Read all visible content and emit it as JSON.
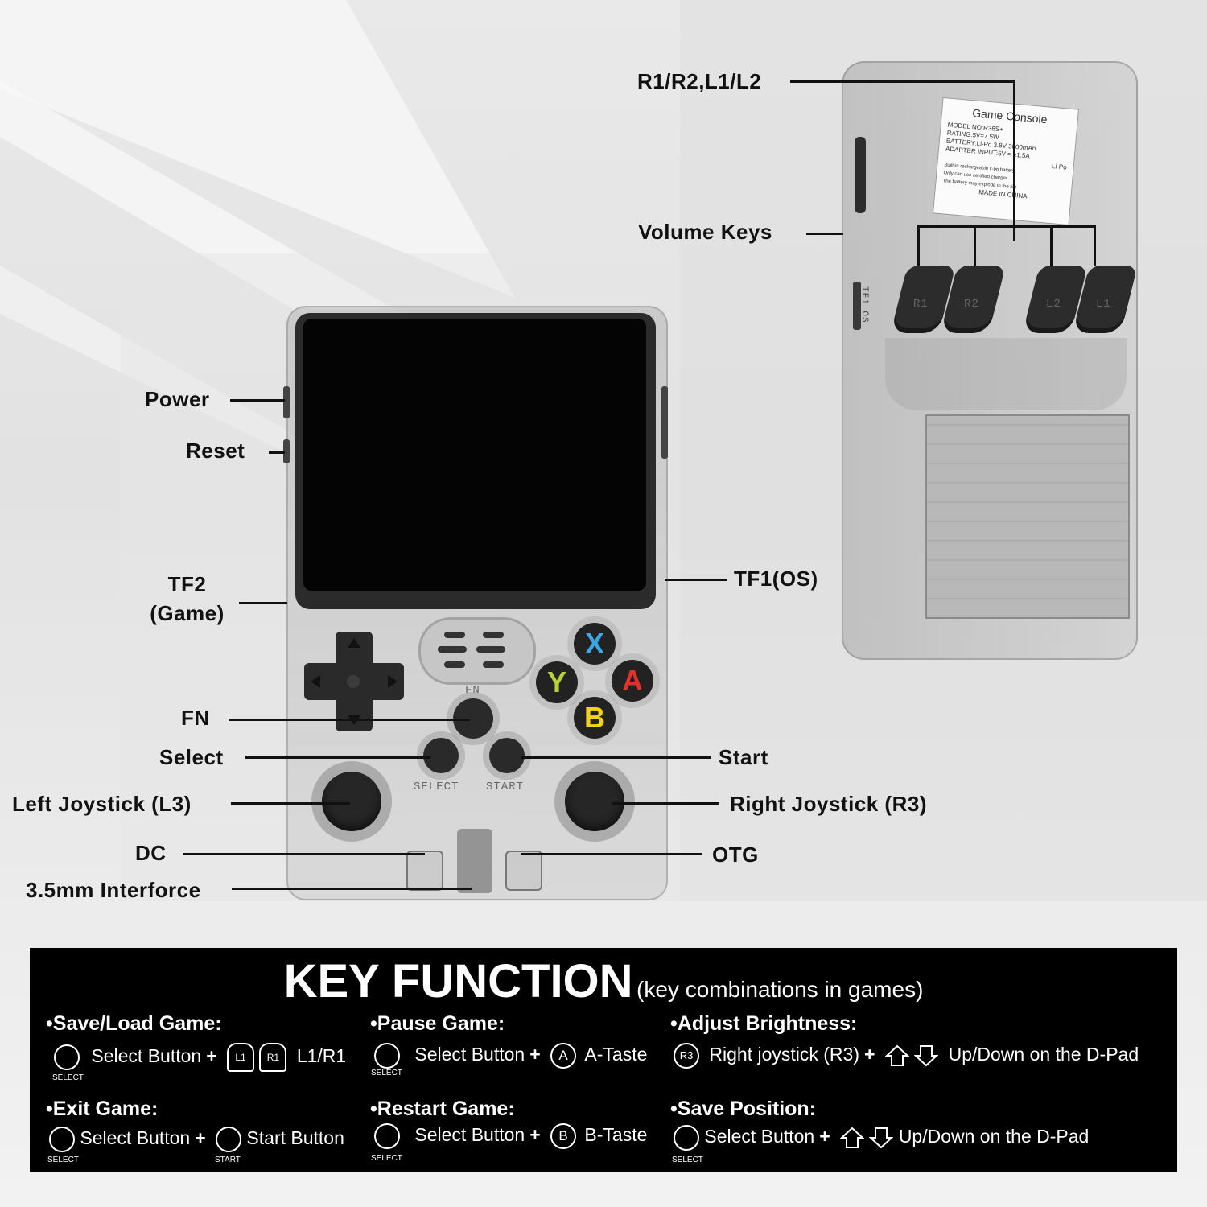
{
  "callouts": {
    "r1r2l1l2": "R1/R2,L1/L2",
    "volume_keys": "Volume Keys",
    "power": "Power",
    "reset": "Reset",
    "tf2_line1": "TF2",
    "tf2_line2": "(Game)",
    "tf1": "TF1(OS)",
    "fn": "FN",
    "select": "Select",
    "start": "Start",
    "left_joystick": "Left Joystick (L3)",
    "right_joystick": "Right Joystick (R3)",
    "dc": "DC",
    "otg": "OTG",
    "audio": "3.5mm Interforce"
  },
  "device": {
    "face_buttons": {
      "x": "X",
      "y": "Y",
      "a": "A",
      "b": "B"
    },
    "colors": {
      "x": "#3aa7e6",
      "y": "#b7d233",
      "a": "#e0312a",
      "b": "#f2d21c"
    },
    "silk_fn": "FN",
    "silk_select": "SELECT",
    "silk_start": "START",
    "shoulder_labels": [
      "R1",
      "R2",
      "L2",
      "L1"
    ],
    "side_port_label": "TF1 OS",
    "sticker": {
      "title": "Game Console",
      "model": "MODEL NO:R36S+",
      "rating": "RATING:5V=7.5W",
      "battery": "BATTERY:Li-Po 3.8V 3000mAh",
      "adapter": "ADAPTER INPUT:5V = ≥1.5A",
      "lipo": "Li-Po",
      "note1": "Built-in rechargeable li-po battery",
      "note2": "Only can use certified charger",
      "note3": "The battery may explode in the fire",
      "made_in": "MADE IN CHINA"
    }
  },
  "key_function": {
    "title": "KEY FUNCTION",
    "subtitle": "(key combinations in games)",
    "save_load": {
      "head": "Save/Load Game:",
      "select": "Select Button",
      "keys": [
        "L1",
        "R1"
      ],
      "suffix": "L1/R1",
      "small": "SELECT"
    },
    "pause": {
      "head": "Pause Game:",
      "select": "Select Button",
      "key": "A",
      "suffix": "A-Taste",
      "small": "SELECT"
    },
    "brightness": {
      "head": "Adjust Brightness:",
      "key": "R3",
      "text": "Right joystick (R3)",
      "suffix": "Up/Down on the D-Pad"
    },
    "exit": {
      "head": "Exit Game:",
      "select": "Select Button",
      "start": "Start Button",
      "small_select": "SELECT",
      "small_start": "START"
    },
    "restart": {
      "head": "Restart Game:",
      "select": "Select Button",
      "key": "B",
      "suffix": "B-Taste",
      "small": "SELECT"
    },
    "save_pos": {
      "head": "Save Position:",
      "select": "Select Button",
      "suffix": "Up/Down on the D-Pad",
      "small": "SELECT"
    }
  }
}
